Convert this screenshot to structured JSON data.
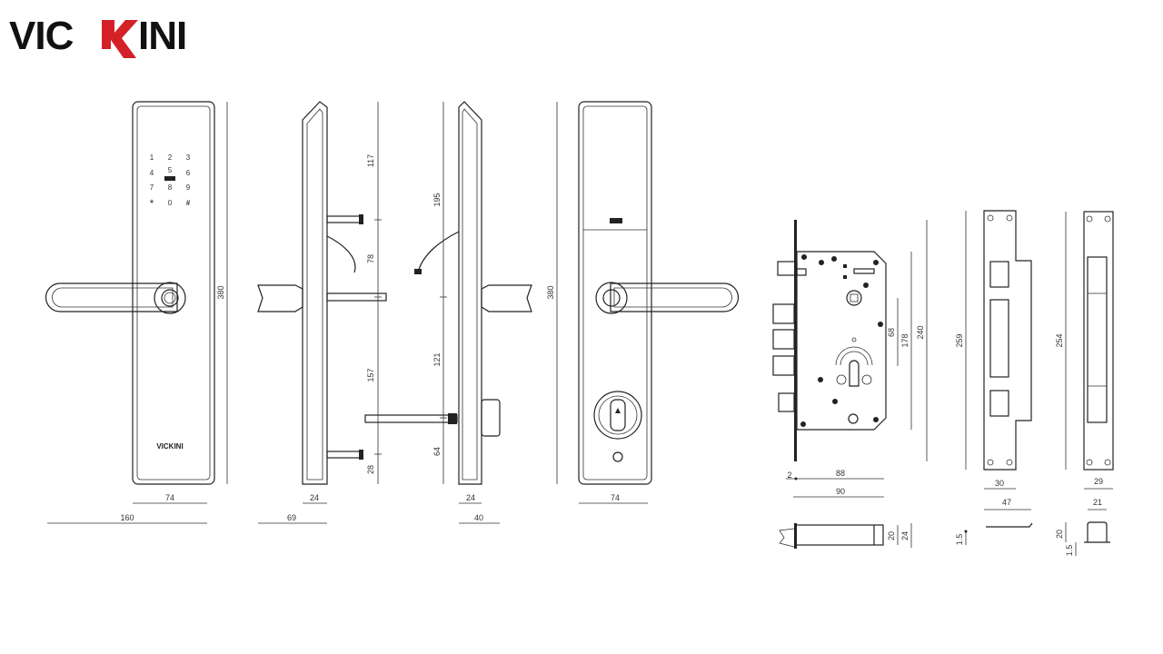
{
  "brand": {
    "logo_text": "VICKINI",
    "accent_color": "#d42027",
    "plate_logo": "VICKINI"
  },
  "keypad": {
    "keys": [
      "1",
      "2",
      "3",
      "4",
      "5",
      "6",
      "7",
      "8",
      "9",
      "*",
      "0",
      "#"
    ]
  },
  "front_view": {
    "height": "380",
    "plate_width": "74",
    "total_width": "160"
  },
  "side_view": {
    "segments": [
      "117",
      "78",
      "157",
      "28"
    ],
    "plate_depth": "24",
    "total_depth": "69"
  },
  "inner_side_view": {
    "segments": [
      "195",
      "121",
      "64"
    ],
    "plate_depth": "24",
    "total_depth": "40"
  },
  "back_view": {
    "height": "380",
    "plate_width": "74"
  },
  "mortise": {
    "dims": {
      "spacing": "68",
      "body_height": "178",
      "faceplate_height": "240",
      "faceplate_thickness": "2",
      "body_width": "88",
      "total_width": "90",
      "bolt_height": "20",
      "faceplate_width": "24"
    }
  },
  "strike_plate_1": {
    "height": "259",
    "width": "30",
    "total_width": "47",
    "thickness": "1.5"
  },
  "strike_plate_2": {
    "height": "254",
    "width": "29",
    "box_width": "21",
    "box_depth": "20",
    "thickness": "1.5"
  }
}
